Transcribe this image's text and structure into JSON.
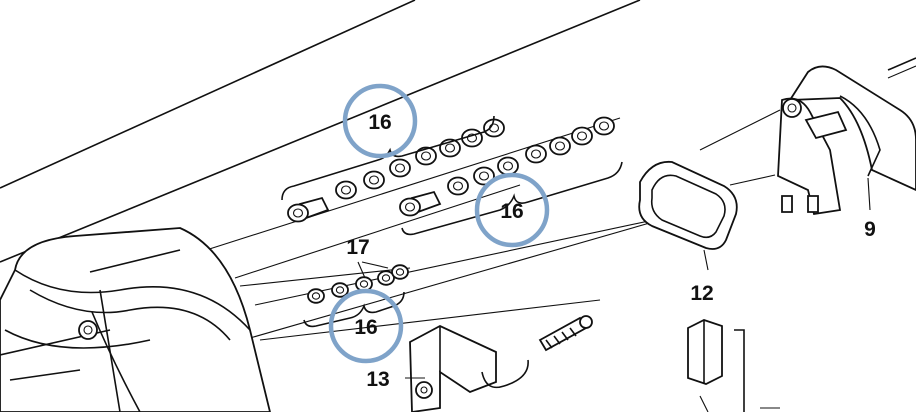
{
  "diagram": {
    "callouts": [
      {
        "id": "c1",
        "label": "16"
      },
      {
        "id": "c2",
        "label": "16"
      },
      {
        "id": "c3",
        "label": "16"
      }
    ],
    "part_labels": [
      {
        "id": "p17",
        "label": "17"
      },
      {
        "id": "p12",
        "label": "12"
      },
      {
        "id": "p9",
        "label": "9"
      },
      {
        "id": "p13",
        "label": "13"
      }
    ],
    "colors": {
      "highlight": "#7fa3c9",
      "line": "#111111"
    }
  }
}
